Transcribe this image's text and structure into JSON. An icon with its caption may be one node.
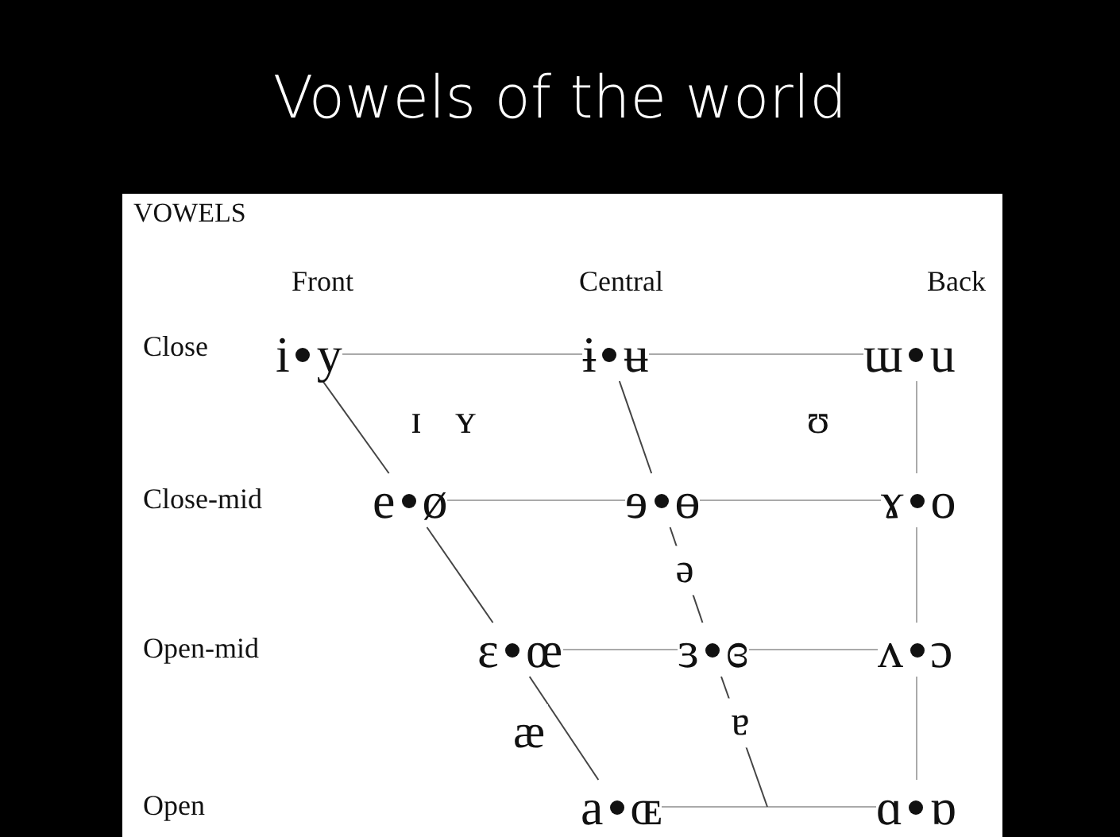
{
  "diagram": {
    "title": "Vowels of the world",
    "nodes": [
      {
        "text": [
          "i",
          "y"
        ]
      },
      {
        "text": [
          "ɨ",
          "ʉ"
        ]
      },
      {
        "text": [
          "ɯ",
          "u"
        ]
      },
      {
        "text": [
          "e",
          "ø"
        ]
      },
      {
        "text": [
          "ɘ",
          "ɵ"
        ]
      },
      {
        "text": [
          "ɤ",
          "o"
        ]
      },
      {
        "text": [
          "ɛ",
          "œ"
        ]
      },
      {
        "text": [
          "ɜ",
          "ɞ"
        ]
      },
      {
        "text": [
          "ʌ",
          "ɔ"
        ]
      },
      {
        "text": [
          "a",
          "ɶ"
        ]
      },
      {
        "text": [
          "ɑ",
          "ɒ"
        ]
      }
    ],
    "edges": [
      {
        "from": 0,
        "to": 1,
        "arrow": "none"
      },
      {
        "from": 1,
        "to": 2,
        "arrow": "none"
      },
      {
        "from": 3,
        "to": 4,
        "arrow": "none"
      },
      {
        "from": 4,
        "to": 5,
        "arrow": "none"
      },
      {
        "from": 6,
        "to": 7,
        "arrow": "none"
      },
      {
        "from": 7,
        "to": 8,
        "arrow": "none"
      },
      {
        "from": 9,
        "to": 10,
        "arrow": "none"
      },
      {
        "from": 0,
        "to": 3,
        "arrow": "none",
        "color": "#444444"
      },
      {
        "from": 3,
        "to": 6,
        "arrow": "none",
        "color": "#444444"
      },
      {
        "from": 6,
        "to": 9,
        "arrow": "none",
        "color": "#444444"
      },
      {
        "from": 1,
        "to": 4,
        "arrow": "none",
        "color": "#444444"
      },
      {
        "from": 4,
        "to": 7,
        "arrow": "none",
        "color": "#444444"
      },
      {
        "from": 7,
        "to": null,
        "arrow": "none",
        "color": "#444444"
      },
      {
        "from": 2,
        "to": 5,
        "arrow": "none"
      },
      {
        "from": 5,
        "to": 8,
        "arrow": "none"
      },
      {
        "from": 8,
        "to": 10,
        "arrow": "none"
      }
    ],
    "labels": [
      "VOWELS",
      "Front",
      "Central",
      "Back",
      "Close",
      "ɪ",
      "ʏ",
      "ʊ",
      "Close-mid",
      "ə",
      "Open-mid",
      "æ",
      "ɐ",
      "Open"
    ]
  }
}
